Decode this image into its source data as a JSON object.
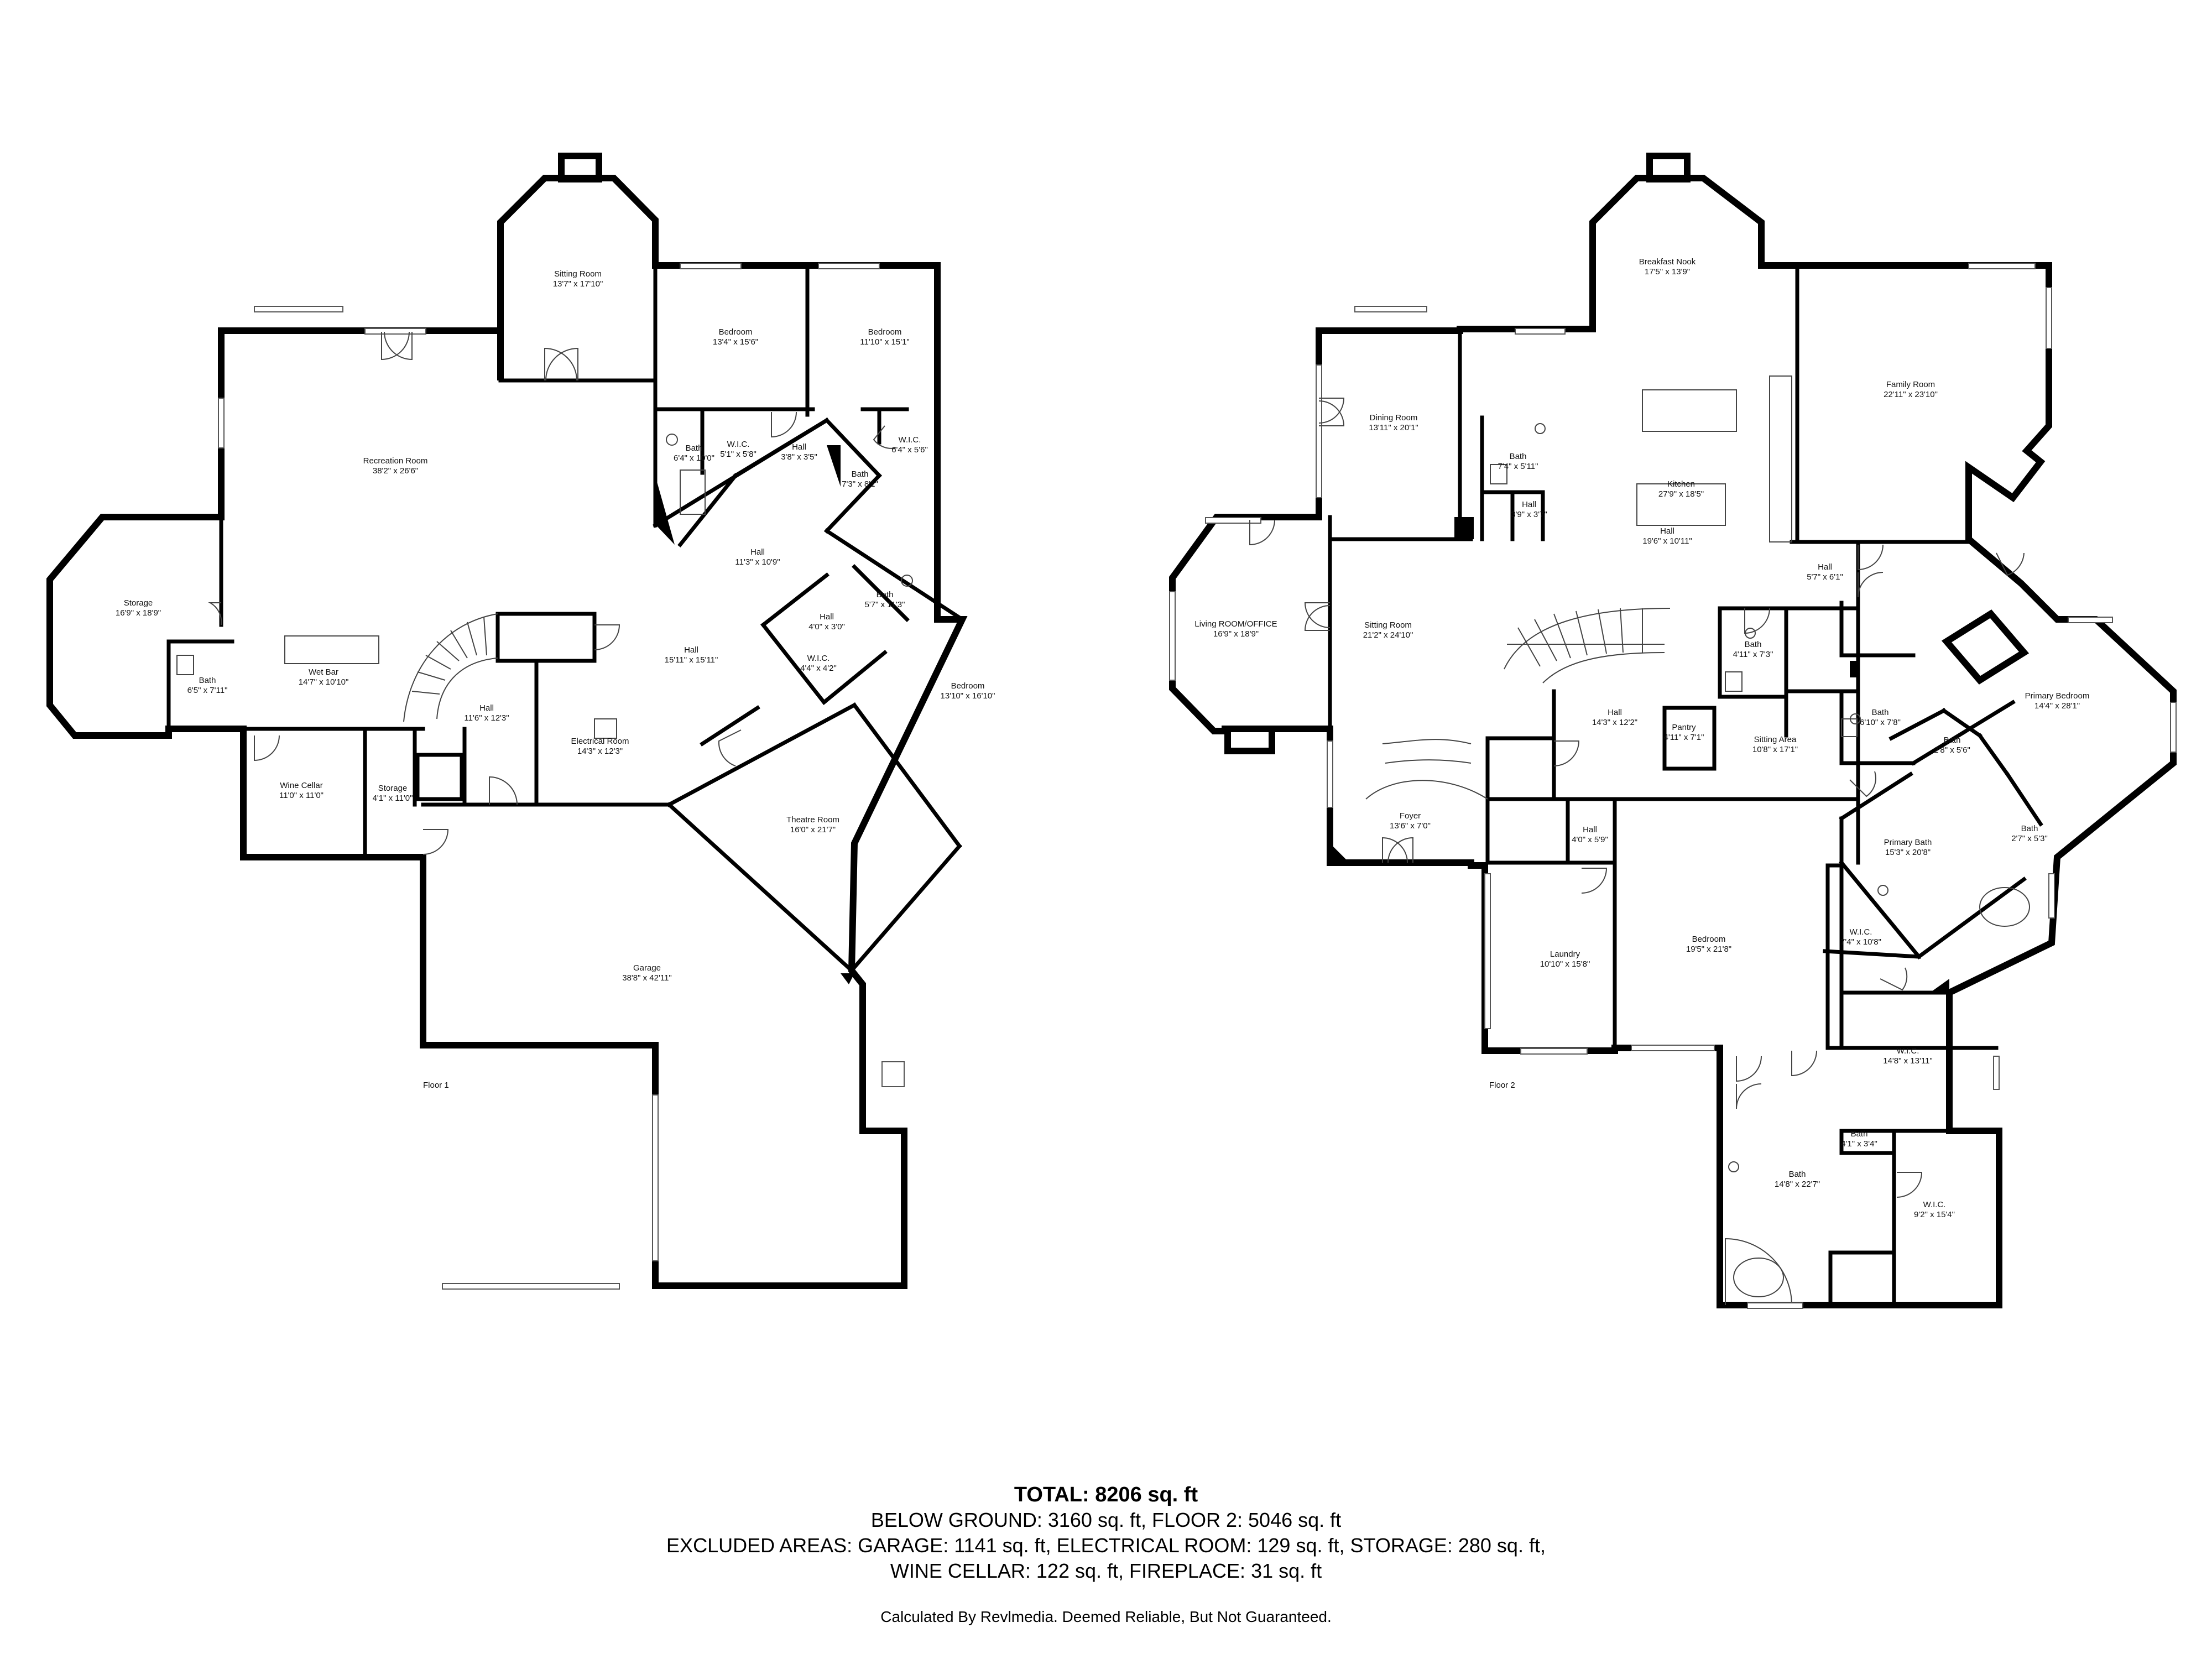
{
  "floors": [
    {
      "label": "Floor 1",
      "rooms": [
        {
          "name": "Sitting Room",
          "dims": "13'7\" x 17'10\""
        },
        {
          "name": "Bedroom",
          "dims": "13'4\" x 15'6\""
        },
        {
          "name": "Bedroom",
          "dims": "11'10\" x 15'1\""
        },
        {
          "name": "Recreation Room",
          "dims": "38'2\" x 26'6\""
        },
        {
          "name": "W.I.C.",
          "dims": "5'1\" x 5'8\""
        },
        {
          "name": "W.I.C.",
          "dims": "6'4\" x 5'6\""
        },
        {
          "name": "Bath",
          "dims": "6'4\" x 10'0\""
        },
        {
          "name": "Hall",
          "dims": "3'8\" x 3'5\""
        },
        {
          "name": "Bath",
          "dims": "7'3\" x 8'1\""
        },
        {
          "name": "Hall",
          "dims": "11'3\" x 10'9\""
        },
        {
          "name": "Storage",
          "dims": "16'9\" x 18'9\""
        },
        {
          "name": "Bath",
          "dims": "5'7\" x 11'3\""
        },
        {
          "name": "Hall",
          "dims": "4'0\" x 3'0\""
        },
        {
          "name": "Hall",
          "dims": "15'11\" x 15'11\""
        },
        {
          "name": "W.I.C.",
          "dims": "4'4\" x 4'2\""
        },
        {
          "name": "Wet Bar",
          "dims": "14'7\" x 10'10\""
        },
        {
          "name": "Bath",
          "dims": "6'5\" x 7'11\""
        },
        {
          "name": "Bedroom",
          "dims": "13'10\" x 16'10\""
        },
        {
          "name": "Hall",
          "dims": "11'6\" x 12'3\""
        },
        {
          "name": "Electrical Room",
          "dims": "14'3\" x 12'3\""
        },
        {
          "name": "Wine Cellar",
          "dims": "11'0\" x 11'0\""
        },
        {
          "name": "Storage",
          "dims": "4'1\" x 11'0\""
        },
        {
          "name": "Theatre Room",
          "dims": "16'0\" x 21'7\""
        },
        {
          "name": "Garage",
          "dims": "38'8\" x 42'11\""
        }
      ]
    },
    {
      "label": "Floor 2",
      "rooms": [
        {
          "name": "Breakfast Nook",
          "dims": "17'5\" x 13'9\""
        },
        {
          "name": "Family Room",
          "dims": "22'11\" x 23'10\""
        },
        {
          "name": "Dining Room",
          "dims": "13'11\" x 20'1\""
        },
        {
          "name": "Kitchen",
          "dims": "27'9\" x 18'5\""
        },
        {
          "name": "Bath",
          "dims": "7'4\" x 5'11\""
        },
        {
          "name": "Hall",
          "dims": "3'9\" x 3'7\""
        },
        {
          "name": "Hall",
          "dims": "19'6\" x 10'11\""
        },
        {
          "name": "Hall",
          "dims": "5'7\" x 6'1\""
        },
        {
          "name": "Living ROOM/OFFICE",
          "dims": "16'9\" x 18'9\""
        },
        {
          "name": "Sitting Room",
          "dims": "21'2\" x 24'10\""
        },
        {
          "name": "Bath",
          "dims": "4'11\" x 7'3\""
        },
        {
          "name": "Primary Bedroom",
          "dims": "14'4\" x 28'1\""
        },
        {
          "name": "Hall",
          "dims": "14'3\" x 12'2\""
        },
        {
          "name": "Bath",
          "dims": "6'10\" x 7'8\""
        },
        {
          "name": "Bath",
          "dims": "2'8\" x 5'6\""
        },
        {
          "name": "Pantry",
          "dims": "4'11\" x 7'1\""
        },
        {
          "name": "Sitting Area",
          "dims": "10'8\" x 17'1\""
        },
        {
          "name": "Foyer",
          "dims": "13'6\" x 7'0\""
        },
        {
          "name": "Hall",
          "dims": "4'0\" x 5'9\""
        },
        {
          "name": "Primary Bath",
          "dims": "15'3\" x 20'8\""
        },
        {
          "name": "Bath",
          "dims": "2'7\" x 5'3\""
        },
        {
          "name": "W.I.C.",
          "dims": "7'4\" x 10'8\""
        },
        {
          "name": "Laundry",
          "dims": "10'10\" x 15'8\""
        },
        {
          "name": "Bedroom",
          "dims": "19'5\" x 21'8\""
        },
        {
          "name": "W.I.C.",
          "dims": "14'8\" x 13'11\""
        },
        {
          "name": "Bath",
          "dims": "4'1\" x 3'4\""
        },
        {
          "name": "Bath",
          "dims": "14'8\" x 22'7\""
        },
        {
          "name": "W.I.C.",
          "dims": "9'2\" x 15'4\""
        }
      ]
    }
  ],
  "summary": {
    "total": "TOTAL: 8206 sq. ft",
    "line1": "BELOW GROUND: 3160 sq. ft, FLOOR 2: 5046 sq. ft",
    "line2": "EXCLUDED AREAS: GARAGE: 1141 sq. ft, ELECTRICAL ROOM: 129 sq. ft, STORAGE: 280 sq. ft,",
    "line3": "WINE CELLAR: 122 sq. ft, FIREPLACE: 31 sq. ft",
    "note": "Calculated By Revlmedia. Deemed Reliable, But Not Guaranteed."
  }
}
